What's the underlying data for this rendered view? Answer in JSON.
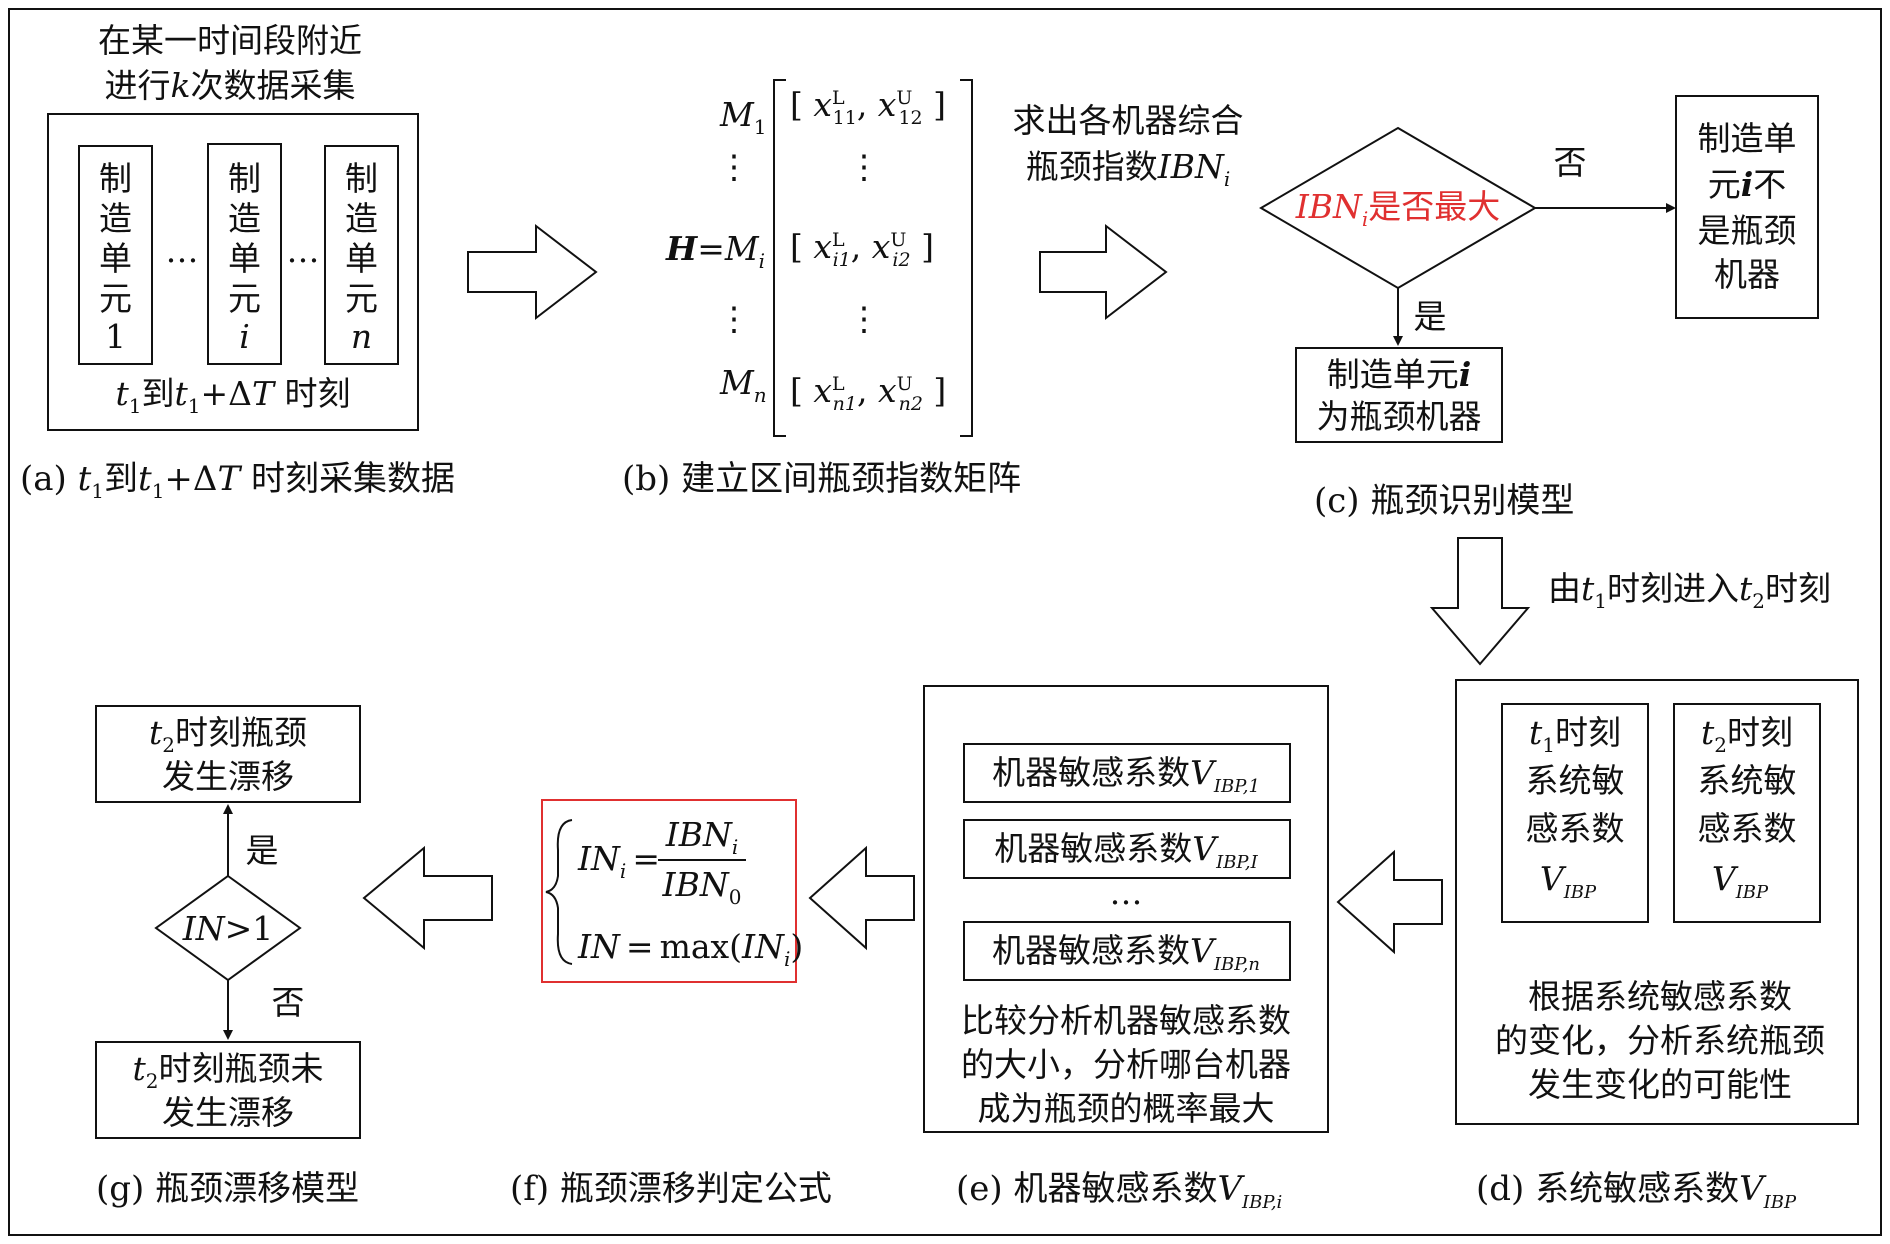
{
  "colors": {
    "stroke": "#111111",
    "accent_red": "#e03030"
  },
  "panel_a": {
    "header_line1": "在某一时间段附近",
    "header_pre": "进行",
    "header_k": "k",
    "header_post": "次数据采集",
    "unit_chars": [
      "制",
      "造",
      "单",
      "元"
    ],
    "unit_ids": [
      "1",
      "i",
      "n"
    ],
    "ellipsis": "…",
    "time_t": "t",
    "time_sub1": "1",
    "time_to": "到",
    "time_plus": "+Δ",
    "time_T": "T",
    "time_moment": " 时刻",
    "caption_prefix": "(a) ",
    "caption_suffix": " 时刻采集数据"
  },
  "panel_b": {
    "rows": [
      {
        "M_sub": "1",
        "x1_sub": "11",
        "x2_sub": "12"
      },
      {
        "M_sub": "i",
        "x1_sub": "i1",
        "x2_sub": "i2"
      },
      {
        "M_sub": "n",
        "x1_sub": "n1",
        "x2_sub": "n2"
      }
    ],
    "H": "H",
    "eq": "=",
    "M": "M",
    "x": "x",
    "sup_L": "L",
    "sup_U": "U",
    "vdots": "⋮",
    "desc_line1": "求出各机器综合",
    "desc_line2_pre": "瓶颈指数",
    "desc_IBN": "IBN",
    "desc_sub": "i",
    "caption": "(b) 建立区间瓶颈指数矩阵"
  },
  "panel_c": {
    "decision_IBN": "IBN",
    "decision_sub": "i",
    "decision_text": "是否最大",
    "no_label": "否",
    "yes_label": "是",
    "yes_box_line1_pre": "制造单元",
    "yes_box_i": "i",
    "yes_box_line2": "为瓶颈机器",
    "no_box_line1": "制造单",
    "no_box_line2_pre": "元",
    "no_box_i": "i",
    "no_box_line2_post": "不",
    "no_box_line3": "是瓶颈",
    "no_box_line4": "机器",
    "caption": "(c) 瓶颈识别模型",
    "transition_pre": "由",
    "transition_t": "t",
    "transition_sub1": "1",
    "transition_mid": "时刻进入",
    "transition_sub2": "2",
    "transition_post": "时刻"
  },
  "panel_d": {
    "box1_line1_sub": "1",
    "box2_line1_sub": "2",
    "box_t": "t",
    "box_line1_post": "时刻",
    "box_line2": "系统敏",
    "box_line3": "感系数",
    "box_V": "V",
    "box_V_sub": "IBP",
    "desc_line1": "根据系统敏感系数",
    "desc_line2": "的变化，分析系统瓶颈",
    "desc_line3": "发生变化的可能性",
    "caption_pre": "(d) 系统敏感系数",
    "caption_V": "V",
    "caption_sub": "IBP"
  },
  "panel_e": {
    "row_text": "机器敏感系数",
    "row_V": "V",
    "row_subs": [
      "IBP,1",
      "IBP,I",
      "IBP,n"
    ],
    "ellipsis": "…",
    "desc_line1": "比较分析机器敏感系数",
    "desc_line2": "的大小，分析哪台机器",
    "desc_line3": "成为瓶颈的概率最大",
    "caption_pre": "(e) 机器敏感系数",
    "caption_V": "V",
    "caption_sub": "IBP,i"
  },
  "panel_f": {
    "IN": "IN",
    "sub_i": "i",
    "eq": "=",
    "num_IBN": "IBN",
    "num_sub": "i",
    "den_IBN": "IBN",
    "den_sub": "0",
    "max_pre": "max(",
    "max_post": ")",
    "caption": "(f) 瓶颈漂移判定公式"
  },
  "panel_g": {
    "top_box_sub": "2",
    "top_box_line1_post": "时刻瓶颈",
    "top_box_line2": "发生漂移",
    "decision_IN": "IN",
    "decision_rest": ">1",
    "yes_label": "是",
    "no_label": "否",
    "bottom_box_line1_post": "时刻瓶颈未",
    "bottom_box_line2": "发生漂移",
    "t": "t",
    "caption": "(g) 瓶颈漂移模型"
  }
}
